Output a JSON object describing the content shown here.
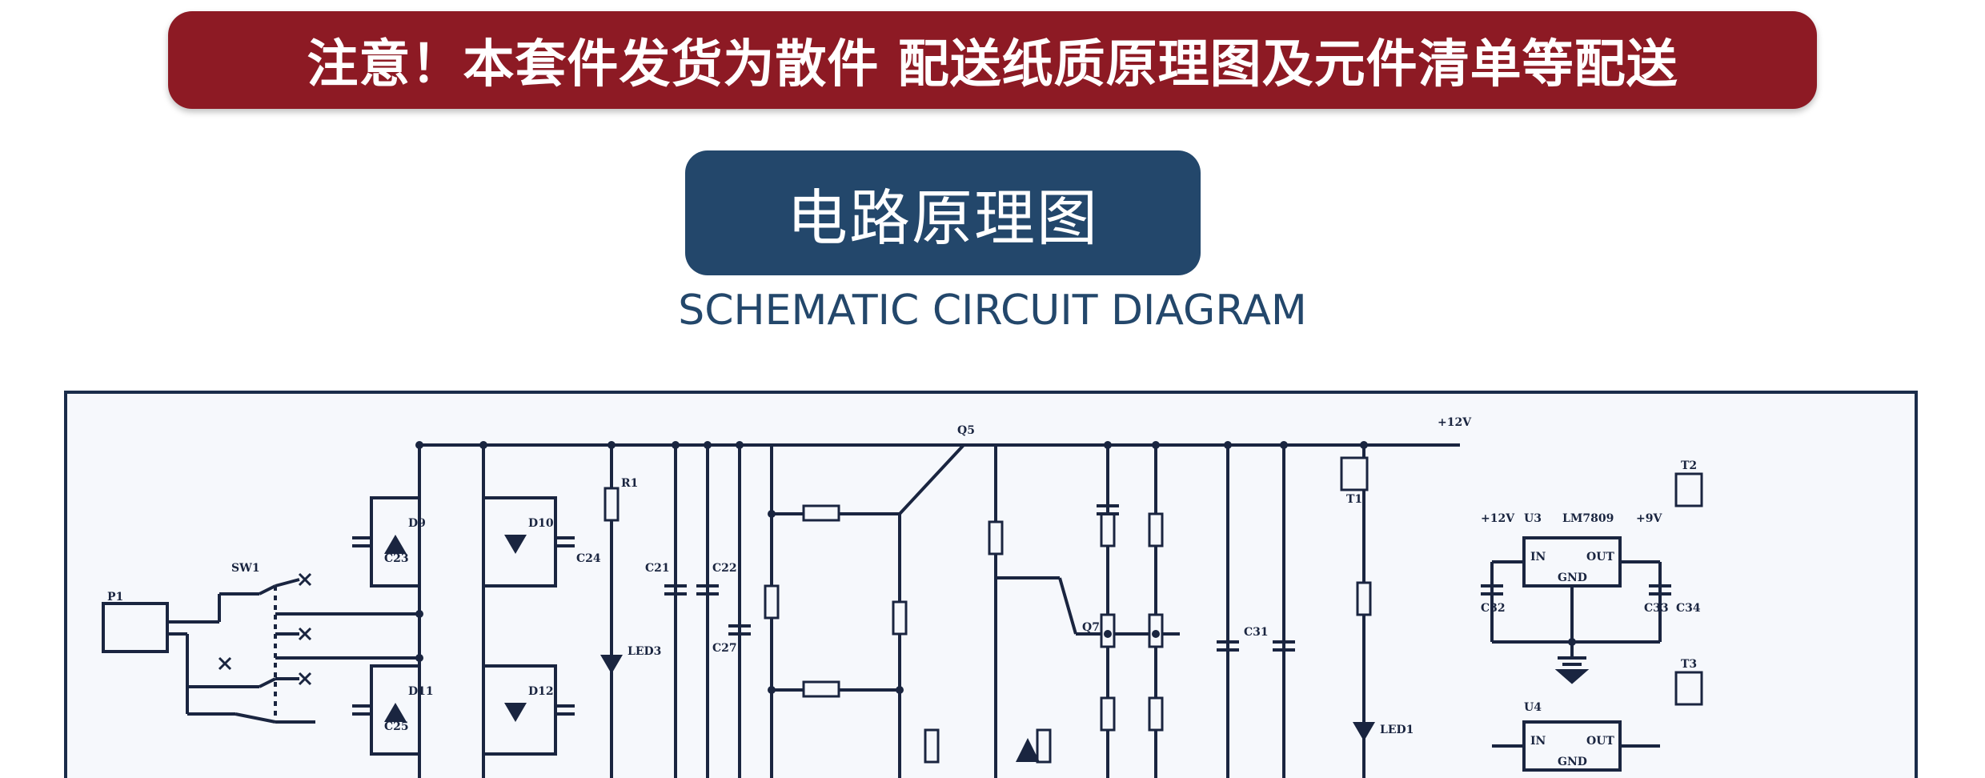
{
  "notice": {
    "text": "注意！本套件发货为散件 配送纸质原理图及元件清单等配送"
  },
  "section_title": {
    "zh": "电路原理图",
    "en": "SCHEMATIC CIRCUIT DIAGRAM"
  },
  "schematic": {
    "component_labels": {
      "p1": "P1",
      "sw1": "SW1",
      "d9": "D9",
      "d10": "D10",
      "d11": "D11",
      "d12": "D12",
      "c23": "C23",
      "c24": "C24",
      "c25": "C25",
      "r1": "R1",
      "led3": "LED3",
      "c21": "C21",
      "c22": "C22",
      "c27": "C27",
      "q5": "Q5",
      "q7": "Q7",
      "c31": "C31",
      "vplus12": "+12V",
      "led1": "LED1",
      "lm7809": "LM7809",
      "u3": "U3",
      "u4": "U4",
      "in1": "IN",
      "out1": "OUT",
      "gnd1": "GND",
      "in2": "IN",
      "out2": "OUT",
      "gnd2": "GND",
      "c32": "C32",
      "c33": "C33",
      "c34": "C34",
      "vplus12b": "+12V",
      "vplus9": "+9V",
      "t1": "T1",
      "t2": "T2",
      "t3": "T3"
    }
  },
  "colors": {
    "banner": "#8d1a24",
    "title_pill": "#23476b",
    "ink": "#1a2540"
  }
}
